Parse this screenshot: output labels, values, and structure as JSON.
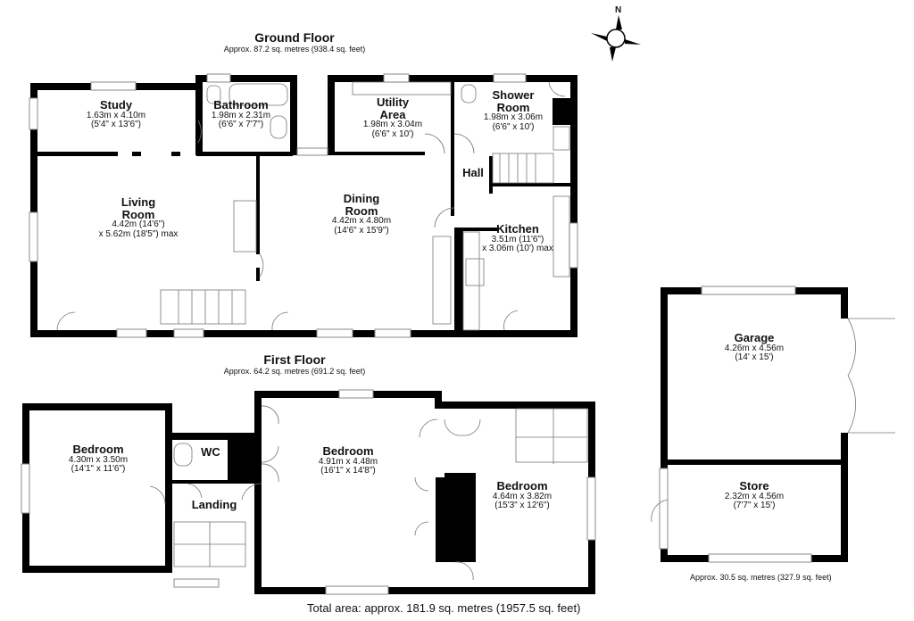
{
  "ground_floor": {
    "title": "Ground Floor",
    "area": "Approx. 87.2 sq. metres (938.4 sq. feet)",
    "rooms": [
      {
        "name": "Study",
        "dim1": "1.63m x 4.10m",
        "dim2": "(5'4\" x 13'6\")"
      },
      {
        "name": "Bathroom",
        "dim1": "1.98m x 2.31m",
        "dim2": "(6'6\" x 7'7\")"
      },
      {
        "name": "Utility Area",
        "line1": "Utility",
        "line2": "Area",
        "dim1": "1.98m x 3.04m",
        "dim2": "(6'6\" x 10')"
      },
      {
        "name": "Shower Room",
        "line1": "Shower",
        "line2": "Room",
        "dim1": "1.98m x 3.06m",
        "dim2": "(6'6\" x 10')"
      },
      {
        "name": "Living Room",
        "line1": "Living",
        "line2": "Room",
        "dim1": "4.42m (14'6\")",
        "dim2": "x 5.62m (18'5\") max"
      },
      {
        "name": "Dining Room",
        "line1": "Dining",
        "line2": "Room",
        "dim1": "4.42m x 4.80m",
        "dim2": "(14'6\" x 15'9\")"
      },
      {
        "name": "Hall"
      },
      {
        "name": "Kitchen",
        "dim1": "3.51m (11'6\")",
        "dim2": "x 3.06m (10') max"
      }
    ]
  },
  "first_floor": {
    "title": "First Floor",
    "area": "Approx. 64.2 sq. metres (691.2 sq. feet)",
    "rooms": [
      {
        "name": "Bedroom",
        "dim1": "4.30m x 3.50m",
        "dim2": "(14'1\" x 11'6\")"
      },
      {
        "name": "WC"
      },
      {
        "name": "Landing"
      },
      {
        "name": "Bedroom",
        "dim1": "4.91m x 4.48m",
        "dim2": "(16'1\" x 14'8\")"
      },
      {
        "name": "Bedroom",
        "dim1": "4.64m x 3.82m",
        "dim2": "(15'3\" x 12'6\")"
      }
    ]
  },
  "outbuilding": {
    "area": "Approx. 30.5 sq. metres (327.9 sq. feet)",
    "rooms": [
      {
        "name": "Garage",
        "dim1": "4.26m x 4.56m",
        "dim2": "(14' x 15')"
      },
      {
        "name": "Store",
        "dim1": "2.32m x 4.56m",
        "dim2": "(7'7\" x 15')"
      }
    ]
  },
  "compass": {
    "label": "N",
    "icon": "compass-rose-icon"
  },
  "total_area": "Total area: approx. 181.9 sq. metres (1957.5 sq. feet)",
  "colors": {
    "wall": "#000000",
    "fixture": "#888888",
    "background": "#ffffff"
  }
}
